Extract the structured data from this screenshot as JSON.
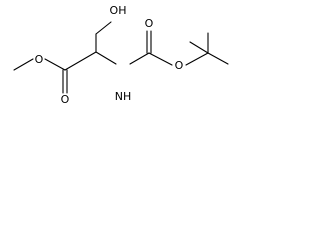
{
  "molecule": {
    "atoms": {
      "hydroxyl": "OH",
      "ester_ether_oxygen": "O",
      "ester_carbonyl_oxygen": "O",
      "amine": "NH",
      "carbamate_ether_oxygen": "O",
      "carbamate_carbonyl_oxygen": "O"
    }
  }
}
